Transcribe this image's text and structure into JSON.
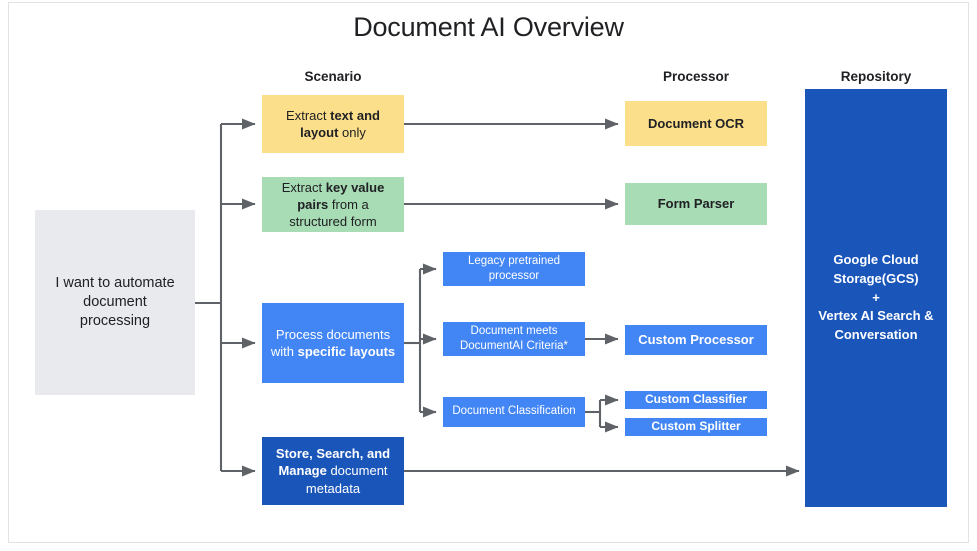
{
  "page": {
    "title": "Document AI Overview",
    "background": "#ffffff",
    "frame_border": "#e3e3e3"
  },
  "columns": {
    "scenario": "Scenario",
    "processor": "Processor",
    "repository": "Repository"
  },
  "colors": {
    "gray_box": "#e8eaed",
    "yellow": "#fcdf8a",
    "green": "#a8dcb5",
    "blue_light": "#4285f4",
    "blue_dark": "#1a56ba",
    "connector": "#5f6368",
    "text_dark": "#202124",
    "text_light": "#ffffff"
  },
  "intent": {
    "line1": "I want to automate",
    "line2": "document",
    "line3": "processing"
  },
  "scenarios": [
    {
      "id": "text-layout",
      "seg1": "Extract ",
      "seg2_bold": "text and layout",
      "seg3": " only",
      "color": "#fcdf8a"
    },
    {
      "id": "key-value",
      "seg1": "Extract ",
      "seg2_bold": "key value pairs",
      "seg3": " from a structured form",
      "color": "#a8dcb5"
    },
    {
      "id": "specific-layouts",
      "seg1": "Process documents with ",
      "seg2_bold": "specific layouts",
      "seg3": "",
      "color": "#4285f4"
    },
    {
      "id": "store-search",
      "seg1": "",
      "seg2_bold": "Store, Search, and Manage",
      "seg3": " document metadata",
      "color": "#1a56ba"
    }
  ],
  "intermediate": [
    {
      "id": "legacy",
      "line1": "Legacy pretrained",
      "line2": "processor"
    },
    {
      "id": "criteria",
      "line1": "Document meets",
      "line2": "DocumentAI Criteria*"
    },
    {
      "id": "classification",
      "line1": "Document Classification",
      "line2": ""
    }
  ],
  "processors": [
    {
      "id": "document-ocr",
      "label": "Document OCR",
      "color": "#fcdf8a"
    },
    {
      "id": "form-parser",
      "label": "Form Parser",
      "color": "#a8dcb5"
    },
    {
      "id": "custom-processor",
      "label": "Custom Processor",
      "color": "#4285f4"
    },
    {
      "id": "custom-classifier",
      "label": "Custom Classifier",
      "color": "#4285f4"
    },
    {
      "id": "custom-splitter",
      "label": "Custom Splitter",
      "color": "#4285f4"
    }
  ],
  "repository": {
    "line1": "Google Cloud",
    "line2": "Storage(GCS)",
    "line3": "+",
    "line4": "Vertex AI Search &",
    "line5": "Conversation"
  }
}
